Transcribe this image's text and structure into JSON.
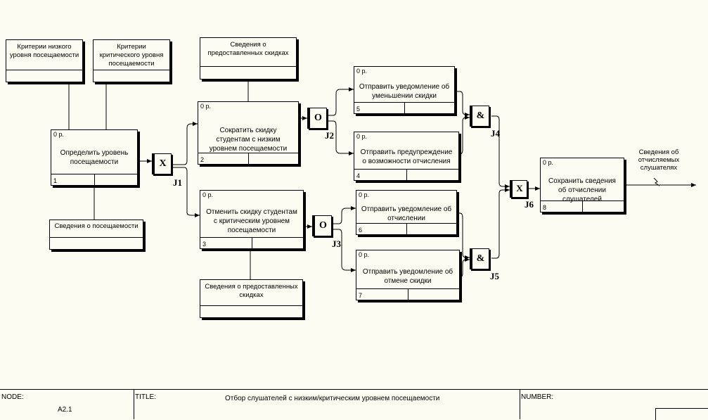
{
  "activities": [
    {
      "id": "a1",
      "zero": "0 р.",
      "title": "Определить уровень посещаемости",
      "num": "1"
    },
    {
      "id": "a2",
      "zero": "0 р.",
      "title": "Сократить скидку студентам с низким уровнем посещаемости",
      "num": "2"
    },
    {
      "id": "a3",
      "zero": "0 р.",
      "title": "Отменить скидку студентам с критическим уровнем посещаемости",
      "num": "3"
    },
    {
      "id": "a4",
      "zero": "0 р.",
      "title": "Отправить предупреждение о возможности отчисления",
      "num": "4"
    },
    {
      "id": "a5",
      "zero": "0 р.",
      "title": "Отправить уведомление об уменьшении скидки",
      "num": "5"
    },
    {
      "id": "a6",
      "zero": "0 р.",
      "title": "Отправить уведомление об отчислении",
      "num": "6"
    },
    {
      "id": "a7",
      "zero": "0 р.",
      "title": "Отправить уведомление об отмене скидки",
      "num": "7"
    },
    {
      "id": "a8",
      "zero": "0 р.",
      "title": "Сохранить сведения об отчислении слушателей",
      "num": "8"
    }
  ],
  "notes": {
    "low_criteria": "Критерии низкого уровня посещаемости",
    "crit_criteria": "Критерии критического уровня посещаемости",
    "attendance_info": "Сведения о посещаемости",
    "discounts_top": "Сведения о предоставленных скидках",
    "discounts_bottom": "Сведения о предоставленных скидках"
  },
  "junctions": {
    "j1": {
      "symbol": "X",
      "label": "J1"
    },
    "j2": {
      "symbol": "O",
      "label": "J2"
    },
    "j3": {
      "symbol": "O",
      "label": "J3"
    },
    "j4": {
      "symbol": "&",
      "label": "J4"
    },
    "j5": {
      "symbol": "&",
      "label": "J5"
    },
    "j6": {
      "symbol": "X",
      "label": "J6"
    }
  },
  "output_label": "Сведения об отчисляемых слушателях",
  "footer": {
    "node_label": "NODE:",
    "node_value": "A2.1",
    "title_label": "TITLE:",
    "title_value": "Отбор слушателей с низким/критическим уровнем посещаемости",
    "number_label": "NUMBER:"
  }
}
